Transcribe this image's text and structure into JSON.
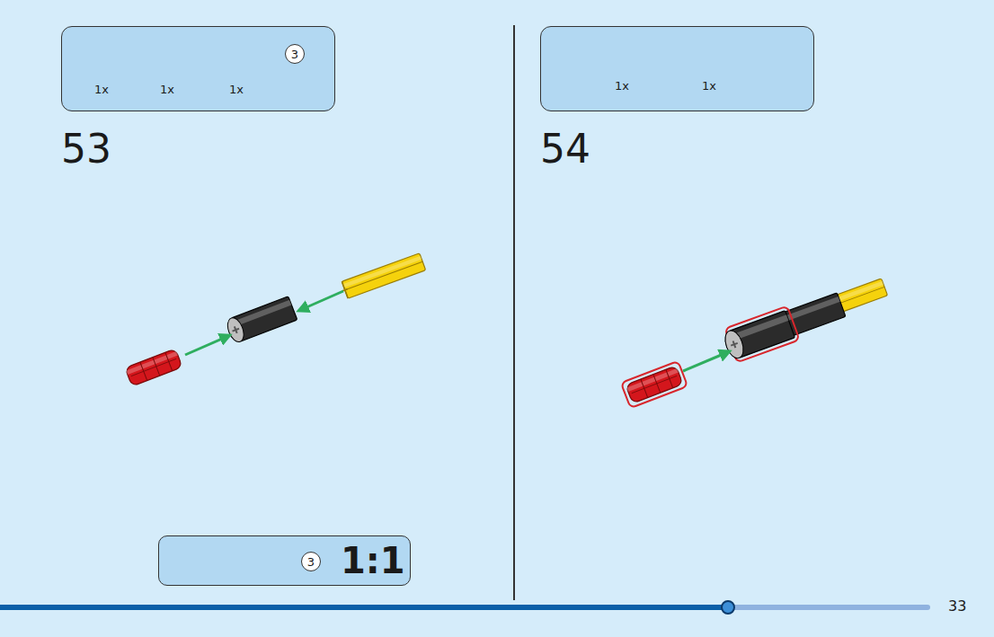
{
  "diagram": {
    "nodes": [
      {
        "text": [
          "1x",
          "1x",
          "1x"
        ]
      },
      {
        "text": [
          "3"
        ],
        "in": 0
      },
      {
        "text": [
          "1x",
          "1x"
        ]
      },
      {
        "text": [
          "1:1"
        ]
      },
      {
        "text": [
          "3"
        ],
        "in": 3
      }
    ],
    "labels": [
      "53",
      "54",
      "33"
    ]
  }
}
